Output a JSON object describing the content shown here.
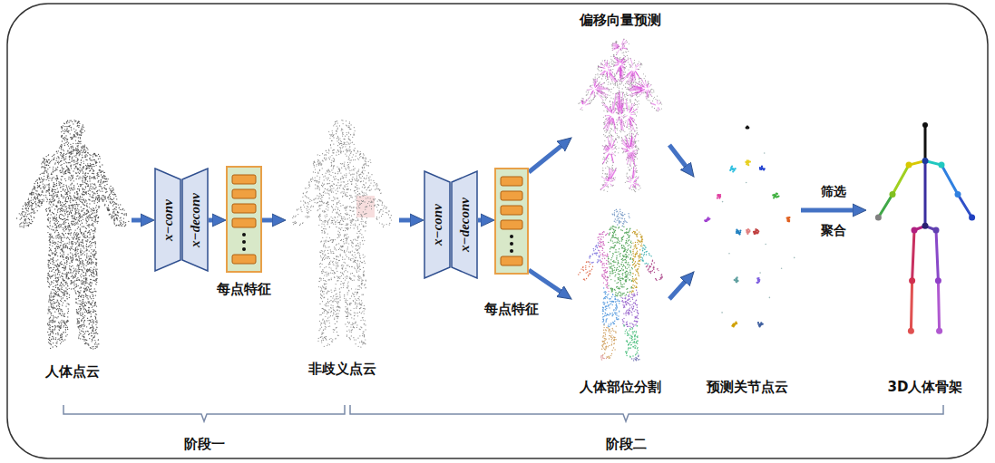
{
  "diagram": {
    "nodes": [
      {
        "text": [
          "人体点云"
        ]
      },
      {
        "text": [
          "x−conv"
        ]
      },
      {
        "text": [
          "x−deconv"
        ]
      },
      {
        "text": [
          "每点特征"
        ]
      },
      {
        "text": [
          "非歧义点云"
        ]
      },
      {
        "text": [
          "x−conv"
        ]
      },
      {
        "text": [
          "x−deconv"
        ]
      },
      {
        "text": [
          "每点特征"
        ]
      },
      {
        "text": [
          "偏移向量预测"
        ]
      },
      {
        "text": [
          "人体部位分割"
        ]
      },
      {
        "text": [
          "预测关节点云"
        ]
      },
      {
        "text": [
          "3D人体骨架"
        ]
      }
    ],
    "edges": [
      {
        "from": 0,
        "to": 1,
        "arrow": "to"
      },
      {
        "from": 2,
        "to": 3,
        "arrow": "to"
      },
      {
        "from": 3,
        "to": 4,
        "arrow": "to"
      },
      {
        "from": 4,
        "to": 5,
        "arrow": "to"
      },
      {
        "from": 6,
        "to": 7,
        "arrow": "to"
      },
      {
        "from": 7,
        "to": 8,
        "arrow": "to"
      },
      {
        "from": 7,
        "to": 9,
        "arrow": "to"
      },
      {
        "from": 8,
        "to": 10,
        "arrow": "to"
      },
      {
        "from": 9,
        "to": 10,
        "arrow": "to"
      },
      {
        "from": 10,
        "to": 11,
        "label": "筛选",
        "arrow": "to"
      }
    ],
    "labels": [
      "聚合",
      "阶段一",
      "阶段二"
    ]
  }
}
